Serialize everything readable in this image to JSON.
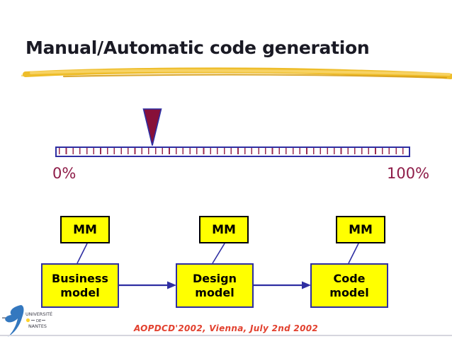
{
  "slide": {
    "title": "Manual/Automatic code generation",
    "footer": "AOPDCD'2002, Vienna, July 2nd 2002"
  },
  "scale": {
    "left_label": "0%",
    "right_label": "100%",
    "marker_percent": 27.4
  },
  "diagram": {
    "metamodel_label": "MM",
    "models": [
      {
        "label_line1": "Business",
        "label_line2": "model"
      },
      {
        "label_line1": "Design",
        "label_line2": "model"
      },
      {
        "label_line1": "Code",
        "label_line2": "model"
      }
    ]
  },
  "logo": {
    "line1": "UNIVERSITÉ",
    "line2": "DE",
    "line3": "NANTES"
  },
  "colors": {
    "ink": "#1a1a24",
    "gold": "#eebd2a",
    "gold-light": "#f7d468",
    "gold-dark": "#d79c12",
    "blue": "#2e2ea2",
    "maroon": "#8e1c48",
    "maroon-dark": "#871039",
    "tick": "#9b2b50",
    "box-yellow": "#ffff00",
    "footer-red": "#e2412f",
    "logo-blue": "#3478bf",
    "divider": "#d6d6de"
  }
}
